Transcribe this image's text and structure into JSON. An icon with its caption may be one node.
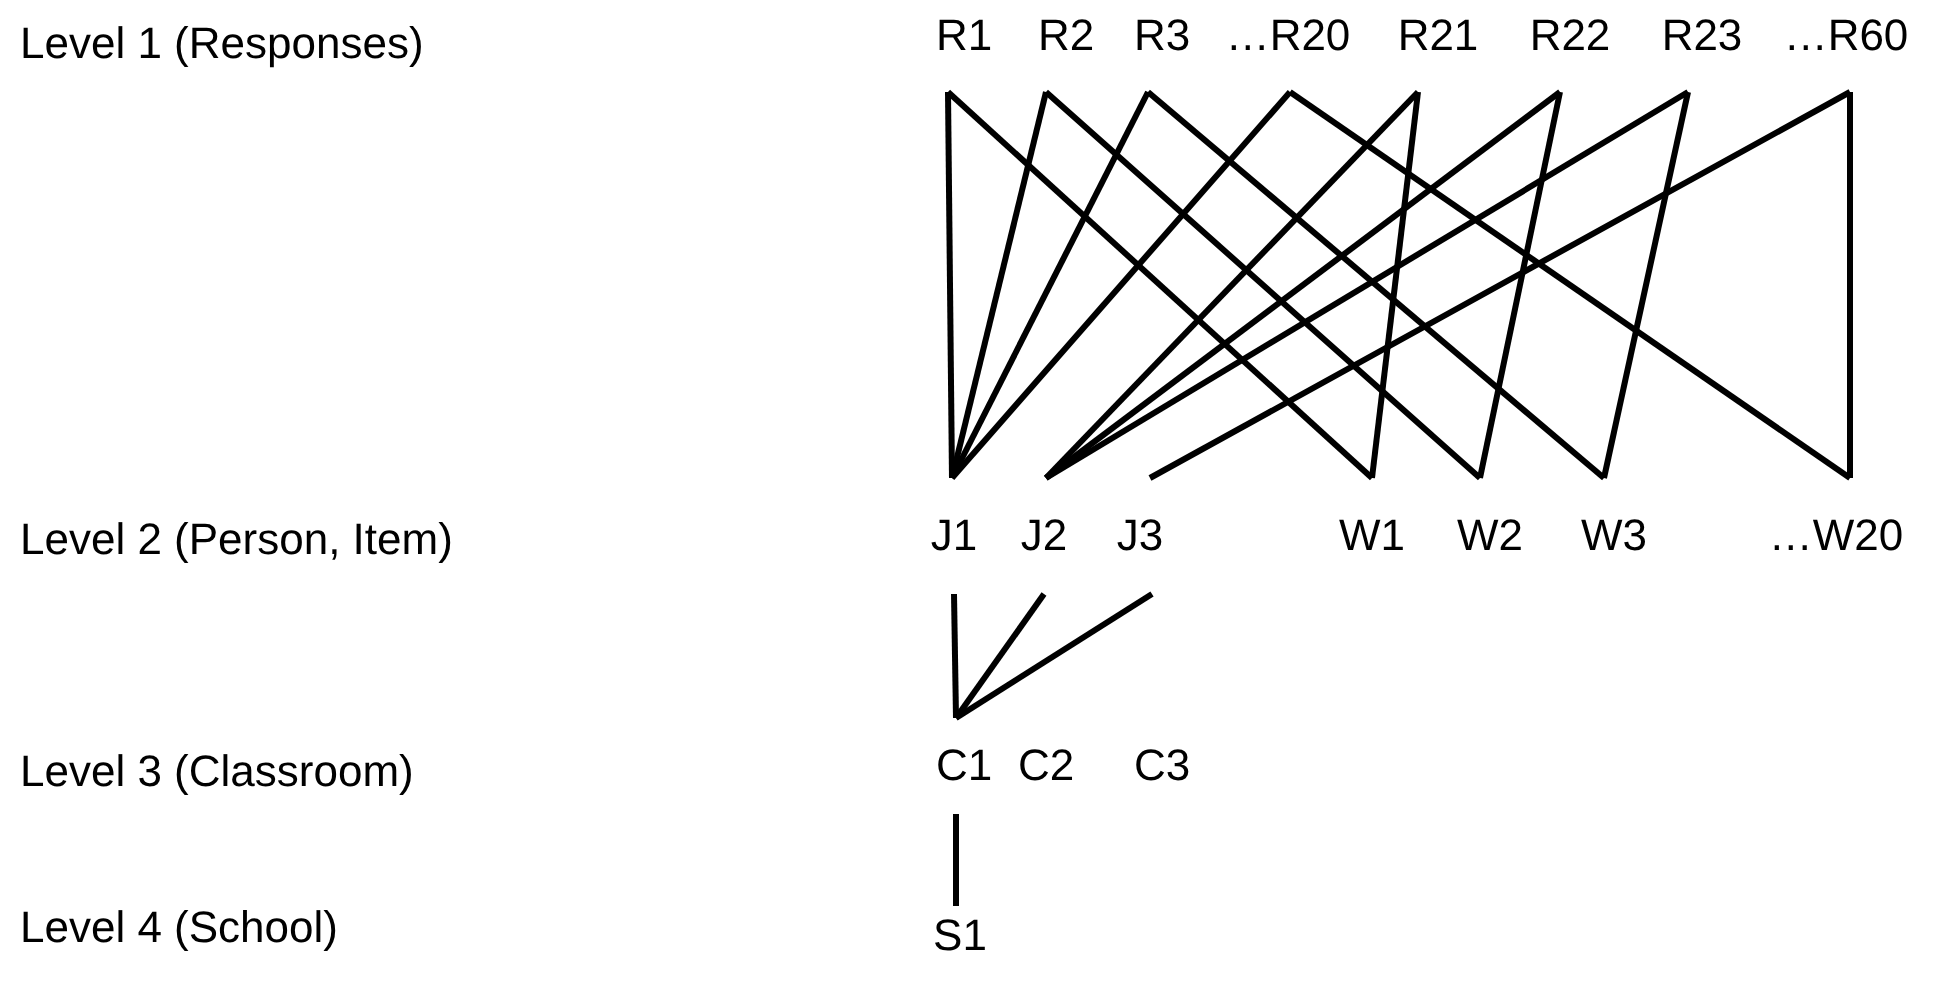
{
  "diagram": {
    "nodes": [
      {
        "text": [
          "R1"
        ]
      },
      {
        "text": [
          "R2"
        ]
      },
      {
        "text": [
          "R3"
        ]
      },
      {
        "text": [
          "…R20"
        ]
      },
      {
        "text": [
          "R21"
        ]
      },
      {
        "text": [
          "R22"
        ]
      },
      {
        "text": [
          "R23"
        ]
      },
      {
        "text": [
          "…R60"
        ]
      },
      {
        "text": [
          "J1"
        ]
      },
      {
        "text": [
          "J2"
        ]
      },
      {
        "text": [
          "J3"
        ]
      },
      {
        "text": [
          "W1"
        ]
      },
      {
        "text": [
          "W2"
        ]
      },
      {
        "text": [
          "W3"
        ]
      },
      {
        "text": [
          "…W20"
        ]
      },
      {
        "text": [
          "C1"
        ]
      },
      {
        "text": [
          "C2"
        ]
      },
      {
        "text": [
          "C3"
        ]
      },
      {
        "text": [
          "S1"
        ]
      }
    ],
    "edges": [
      {
        "from": 0,
        "to": 8,
        "arrow": "none"
      },
      {
        "from": 0,
        "to": 11,
        "arrow": "none"
      },
      {
        "from": 1,
        "to": 8,
        "arrow": "none"
      },
      {
        "from": 1,
        "to": 12,
        "arrow": "none"
      },
      {
        "from": 2,
        "to": 8,
        "arrow": "none"
      },
      {
        "from": 2,
        "to": 13,
        "arrow": "none"
      },
      {
        "from": 3,
        "to": 8,
        "arrow": "none"
      },
      {
        "from": 3,
        "to": 14,
        "arrow": "none"
      },
      {
        "from": 4,
        "to": 9,
        "arrow": "none"
      },
      {
        "from": 4,
        "to": 11,
        "arrow": "none"
      },
      {
        "from": 5,
        "to": 9,
        "arrow": "none"
      },
      {
        "from": 5,
        "to": 12,
        "arrow": "none"
      },
      {
        "from": 6,
        "to": 9,
        "arrow": "none"
      },
      {
        "from": 6,
        "to": 13,
        "arrow": "none"
      },
      {
        "from": 7,
        "to": 10,
        "arrow": "none"
      },
      {
        "from": 7,
        "to": 14,
        "arrow": "none"
      },
      {
        "from": 8,
        "to": 15,
        "arrow": "none"
      },
      {
        "from": 9,
        "to": 15,
        "arrow": "none"
      },
      {
        "from": 10,
        "to": 15,
        "arrow": "none"
      },
      {
        "from": 15,
        "to": 18,
        "arrow": "none"
      }
    ],
    "labels": [
      "Level 1 (Responses)",
      "Level 2 (Person, Item)",
      "Level 3 (Classroom)",
      "Level 4 (School)"
    ]
  }
}
